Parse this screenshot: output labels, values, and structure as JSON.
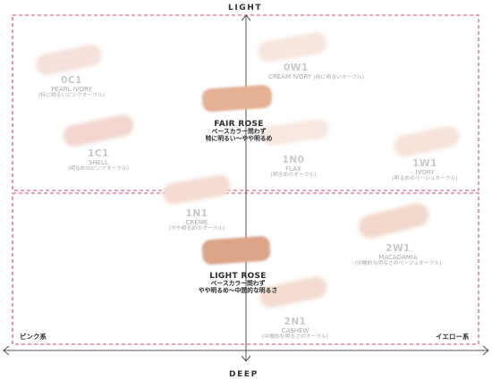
{
  "axis": {
    "top": "LIGHT",
    "bottom": "DEEP",
    "left": "ピンク系",
    "right": "イエロー系"
  },
  "colors": {
    "dashed_frame": "#d94a6a",
    "axis_line": "#555555"
  },
  "shades": {
    "c0c1": {
      "code": "0C1",
      "name": "PEARL IVORY",
      "desc": "(特に明るいピンクオークル)",
      "color": "#f6e1dc"
    },
    "c0w1": {
      "code": "0W1",
      "name": "CREAM IVORY",
      "desc": "(特に明るいオークル)",
      "color": "#f8e6df"
    },
    "fair_rose": {
      "code": "FAIR ROSE",
      "name": "ベースカラー問わず",
      "desc": "特に明るい〜やや明るめ",
      "color": "#e5b195"
    },
    "c1c1": {
      "code": "1C1",
      "name": "SHELL",
      "desc": "(明るめのピンクオークル)",
      "color": "#f3d6cf"
    },
    "c1n0": {
      "code": "1N0",
      "name": "FLAX",
      "desc": "(明るめのオークル)",
      "color": "#f8e8e1"
    },
    "c1w1": {
      "code": "1W1",
      "name": "IVORY",
      "desc": "(明るめのベージュオークル)",
      "color": "#f7e3da"
    },
    "c1n1": {
      "code": "1N1",
      "name": "CRÈME",
      "desc": "(やや明るめのオークル)",
      "color": "#f4dcd2"
    },
    "c2w1": {
      "code": "2W1",
      "name": "MACADAMIA",
      "desc": "(中間的な明るさのベージュオークル)",
      "color": "#f2d8cb"
    },
    "light_rose": {
      "code": "LIGHT ROSE",
      "name": "ベースカラー問わず",
      "desc": "やや明るめ〜中間的な明るさ",
      "color": "#dca58a"
    },
    "c2n1": {
      "code": "2N1",
      "name": "CASHEW",
      "desc": "(中間的な明るさのオークル)",
      "color": "#f3dbd0"
    }
  }
}
